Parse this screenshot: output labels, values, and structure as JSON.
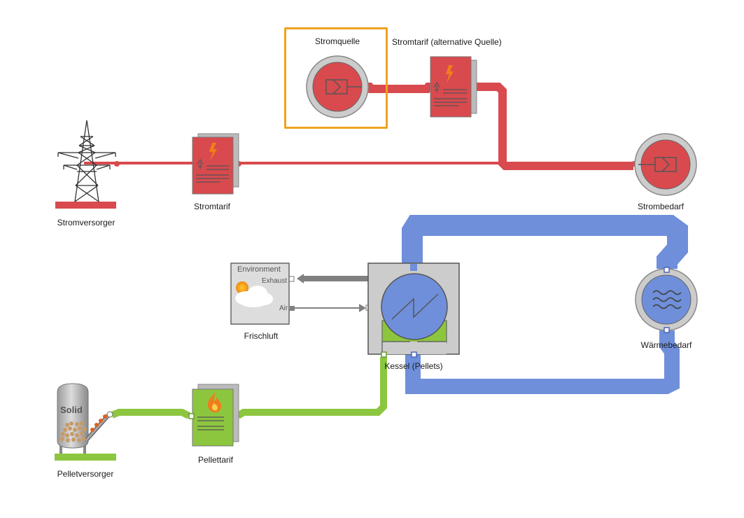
{
  "nodes": {
    "stromquelle": {
      "label": "Stromquelle",
      "selected": true
    },
    "stromtarif_alt": {
      "label": "Stromtarif (alternative Quelle)"
    },
    "stromversorger": {
      "label": "Stromversorger"
    },
    "stromtarif": {
      "label": "Stromtarif"
    },
    "strombedarf": {
      "label": "Strombedarf"
    },
    "frischluft": {
      "label": "Frischluft",
      "title": "Environment",
      "port_exhaust": "Exhaust",
      "port_air": "Air"
    },
    "kessel": {
      "label": "Kessel (Pellets)"
    },
    "waermebedarf": {
      "label": "Wärmebedarf"
    },
    "pelletversorger": {
      "label": "Pelletversorger",
      "silo_text": "Solid"
    },
    "pellettarif": {
      "label": "Pellettarif"
    }
  },
  "colors": {
    "electric": "#d84a4e",
    "heat": "#6f8fdb",
    "fuel": "#8cc63f",
    "air": "#808080",
    "selection": "#f0a21e",
    "flame": "#f07d1a"
  },
  "icons": [
    "power-pylon-icon",
    "lightning-icon",
    "flame-icon",
    "heat-waves-icon",
    "silo-icon",
    "sun-icon",
    "cloud-icon",
    "heat-exchanger-icon"
  ]
}
